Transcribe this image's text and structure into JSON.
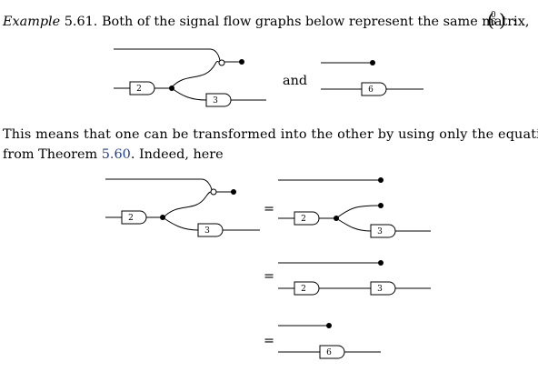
{
  "example": {
    "label": "Example",
    "number": "5.61.",
    "text": "Both of the signal flow graphs below represent the same matrix,",
    "matrix_top": "0",
    "matrix_bottom": "6",
    "colon": ":"
  },
  "between_text": "and",
  "paragraph": {
    "line1": "This means that one can be transformed into the other by using only the equations",
    "line2_pre": "from Theorem ",
    "line2_ref": "5.60",
    "line2_post": ". Indeed, here"
  },
  "equals": "=",
  "gates": {
    "g2": "2",
    "g3": "3",
    "g6": "6"
  }
}
